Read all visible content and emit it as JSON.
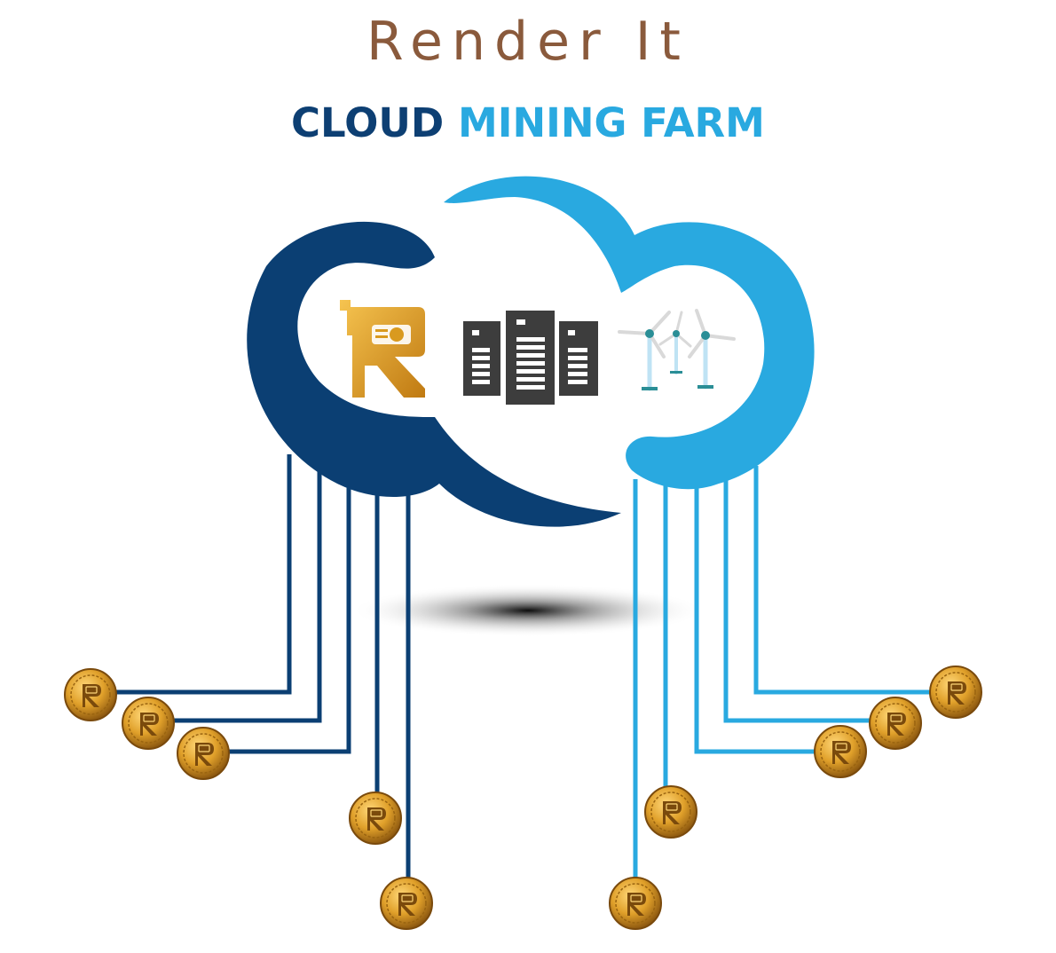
{
  "brand": {
    "name": "Render It"
  },
  "headline": {
    "part1": "CLOUD",
    "part2": "MINING FARM"
  },
  "colors": {
    "navy": "#0b3f73",
    "sky": "#29a9e0",
    "gold": "#d99a1f",
    "server": "#3d3d3d",
    "brand_text": "#8a5a3c"
  },
  "icons": {
    "gpu": "gpu-card-logo-icon",
    "servers": "server-rack-icon",
    "energy": "wind-turbine-icon",
    "coin": "render-coin-icon"
  }
}
